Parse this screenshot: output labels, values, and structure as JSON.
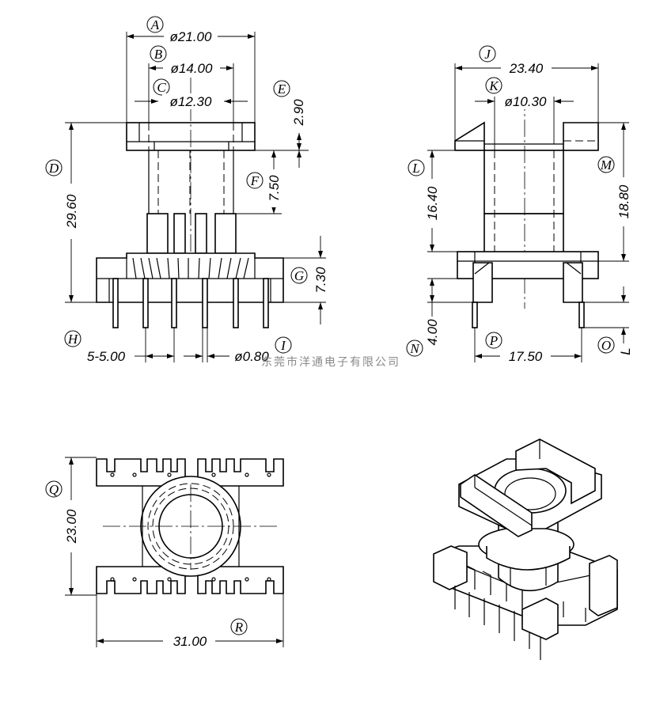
{
  "labels": {
    "A": "A",
    "B": "B",
    "C": "C",
    "D": "D",
    "E": "E",
    "F": "F",
    "G": "G",
    "H": "H",
    "I": "I",
    "J": "J",
    "K": "K",
    "L": "L",
    "M": "M",
    "N": "N",
    "O": "O",
    "P": "P",
    "Q": "Q",
    "R": "R"
  },
  "dims": {
    "A": "ø21.00",
    "B": "ø14.00",
    "C": "ø12.30",
    "D": "29.60",
    "E": "2.90",
    "F": "7.50",
    "G": "7.30",
    "H": "5-5.00",
    "I": "ø0.80",
    "J": "23.40",
    "K": "ø10.30",
    "L": "16.40",
    "M": "18.80",
    "N": "4.00",
    "O": "L",
    "P": "17.50",
    "Q": "23.00",
    "R": "31.00"
  },
  "watermark": "东莞市洋通电子有限公司"
}
